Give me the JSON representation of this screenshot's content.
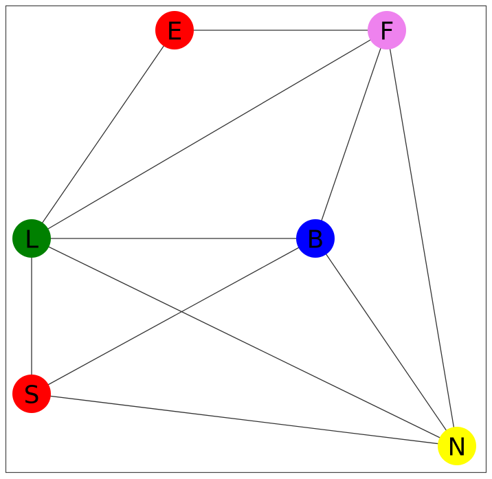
{
  "graph": {
    "nodes": [
      {
        "id": "E",
        "label": "E",
        "color": "#ff0000"
      },
      {
        "id": "F",
        "label": "F",
        "color": "#ee82ee"
      },
      {
        "id": "L",
        "label": "L",
        "color": "#008000"
      },
      {
        "id": "B",
        "label": "B",
        "color": "#0000ff"
      },
      {
        "id": "S",
        "label": "S",
        "color": "#ff0000"
      },
      {
        "id": "N",
        "label": "N",
        "color": "#ffff00"
      }
    ],
    "edges": [
      [
        "E",
        "F"
      ],
      [
        "E",
        "L"
      ],
      [
        "F",
        "L"
      ],
      [
        "F",
        "B"
      ],
      [
        "F",
        "N"
      ],
      [
        "L",
        "B"
      ],
      [
        "L",
        "S"
      ],
      [
        "L",
        "N"
      ],
      [
        "B",
        "S"
      ],
      [
        "B",
        "N"
      ],
      [
        "S",
        "N"
      ]
    ],
    "edge_color": "#333333",
    "label_color": "#000000"
  }
}
